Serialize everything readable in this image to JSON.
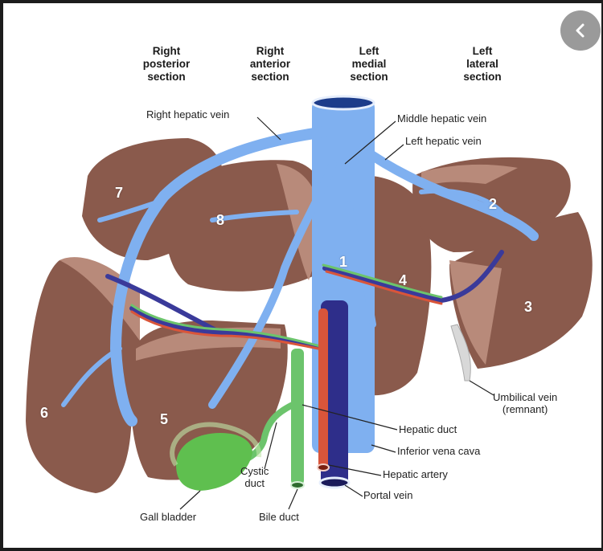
{
  "sections": {
    "right_posterior": "Right\nposterior\nsection",
    "right_anterior": "Right\nanterior\nsection",
    "left_medial": "Left\nmedial\nsection",
    "left_lateral": "Left\nlateral\nsection"
  },
  "labels": {
    "right_hepatic_vein": "Right hepatic vein",
    "middle_hepatic_vein": "Middle hepatic vein",
    "left_hepatic_vein": "Left hepatic vein",
    "umbilical_vein": "Umbilical vein\n(remnant)",
    "hepatic_duct": "Hepatic duct",
    "inferior_vena_cava": "Inferior vena cava",
    "hepatic_artery": "Hepatic artery",
    "portal_vein": "Portal vein",
    "cystic_duct": "Cystic\nduct",
    "gall_bladder": "Gall bladder",
    "bile_duct": "Bile duct"
  },
  "segments": [
    "1",
    "2",
    "3",
    "4",
    "5",
    "6",
    "7",
    "8"
  ],
  "colors": {
    "liver": "#8a5a4c",
    "liver_light": "#b88a7a",
    "hepatic_vein": "#7fb0f0",
    "portal_vein": "#3a3a9a",
    "hepatic_artery": "#d9553a",
    "bile_duct": "#6cc46c",
    "gall_bladder": "#5fbf4f"
  },
  "controls": {
    "back_icon": "chevron-left-icon"
  }
}
